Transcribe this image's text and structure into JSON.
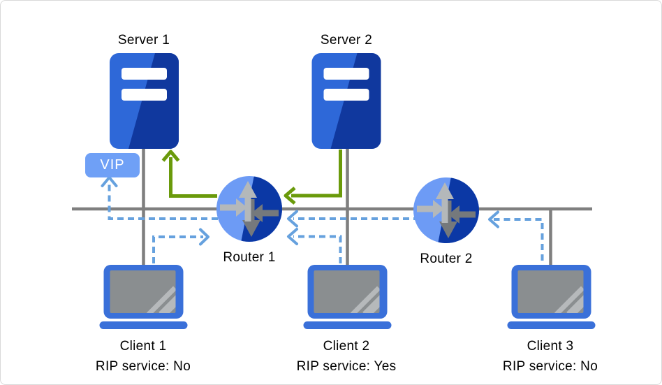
{
  "nodes": {
    "server1": {
      "label": "Server 1",
      "type": "server"
    },
    "server2": {
      "label": "Server 2",
      "type": "server"
    },
    "router1": {
      "label": "Router 1",
      "type": "router"
    },
    "router2": {
      "label": "Router 2",
      "type": "router"
    },
    "client1": {
      "label": "Client 1",
      "rip_service": "RIP service: No"
    },
    "client2": {
      "label": "Client 2",
      "rip_service": "RIP service: Yes"
    },
    "client3": {
      "label": "Client 3",
      "rip_service": "RIP service: No"
    }
  },
  "badge": {
    "vip": "VIP"
  },
  "edges": [
    {
      "from": "client1",
      "to": "router1",
      "style": "dashed-blue-arrow"
    },
    {
      "from": "client2",
      "to": "router1",
      "style": "dashed-blue-arrow"
    },
    {
      "from": "client3",
      "to": "router2",
      "style": "dashed-blue-arrow"
    },
    {
      "from": "router2",
      "to": "router1",
      "style": "dashed-blue-arrow"
    },
    {
      "from": "router1",
      "to": "vip-badge",
      "style": "dashed-blue-arrow"
    },
    {
      "from": "server2",
      "to": "router1",
      "style": "solid-green-arrow"
    },
    {
      "from": "router1",
      "to": "server1",
      "style": "solid-green-arrow"
    }
  ],
  "colors": {
    "line_gray": "#7F7F7F",
    "arrow_green": "#6A9A0B",
    "arrow_dashed_blue": "#66A1DE",
    "server_blue": "#2E68D8",
    "server_blue_dark": "#10389E",
    "router_blue_light": "#6D9BF5",
    "router_blue_dark": "#0B38A5",
    "laptop_blue": "#3A70D9",
    "screen_gray": "#8A8E90",
    "vip_badge_bg": "#6FA0F6",
    "text": "#000000"
  }
}
